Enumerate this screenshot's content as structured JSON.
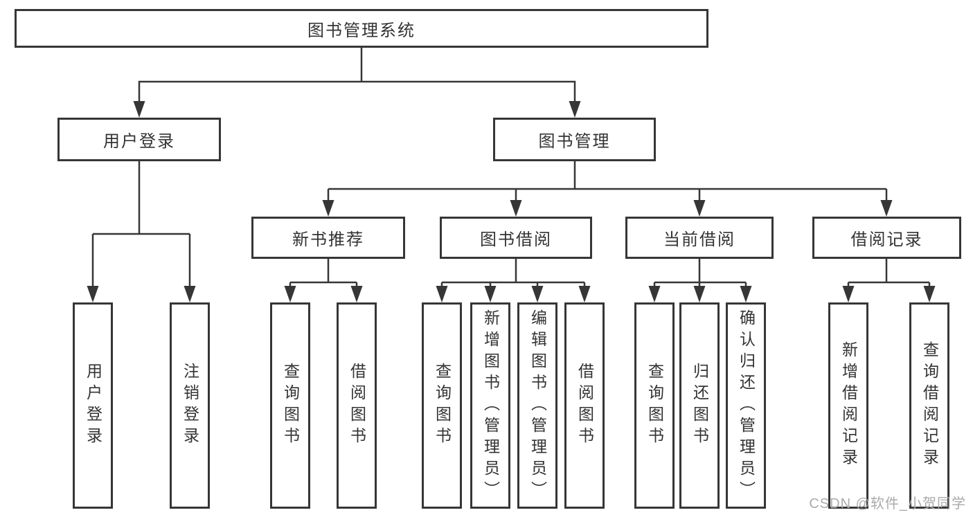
{
  "nodes": {
    "root": "图书管理系统",
    "user_login": "用户登录",
    "book_mgmt": "图书管理",
    "new_book_rec": "新书推荐",
    "book_borrow": "图书借阅",
    "current_borrow": "当前借阅",
    "borrow_records": "借阅记录",
    "leaf_user_login": "用户登录",
    "leaf_logout": "注销登录",
    "rec_query_books": "查询图书",
    "rec_borrow_books": "借阅图书",
    "bor_query_books": "查询图书",
    "bor_add_books_admin": "新增图书（管理员）",
    "bor_edit_books_admin": "编辑图书（管理员）",
    "bor_borrow_books": "借阅图书",
    "cur_query_books": "查询图书",
    "cur_return_books": "归还图书",
    "cur_confirm_return_admin": "确认归还（管理员）",
    "recd_add_record": "新增借阅记录",
    "recd_query_record": "查询借阅记录"
  },
  "watermark": "CSDN @软件_小贺同学",
  "colors": {
    "line": "#363636",
    "text": "#333333",
    "watermark": "#aaaaaa",
    "background": "#ffffff"
  }
}
